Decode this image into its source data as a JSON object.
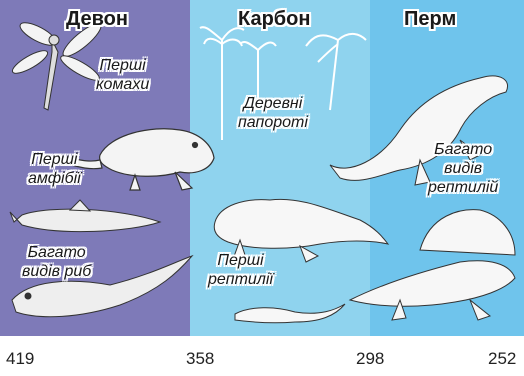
{
  "periods": [
    {
      "name": "Девон"
    },
    {
      "name": "Карбон"
    },
    {
      "name": "Перм"
    }
  ],
  "labels": {
    "insects": [
      "Перші",
      "комахи"
    ],
    "amphibians": [
      "Перші",
      "амфібії"
    ],
    "fish": [
      "Багато",
      "видів риб"
    ],
    "ferns": [
      "Деревні",
      "папороті"
    ],
    "first_reptiles": [
      "Перші",
      "рептилії"
    ],
    "many_reptiles": [
      "Багато",
      "видів",
      "рептилій"
    ]
  },
  "timeline": {
    "ticks": [
      "419",
      "358",
      "298",
      "252"
    ]
  },
  "colors": {
    "devon": "#7e7ab8",
    "carbon": "#8fd3ee",
    "perm": "#6fc4ec"
  }
}
